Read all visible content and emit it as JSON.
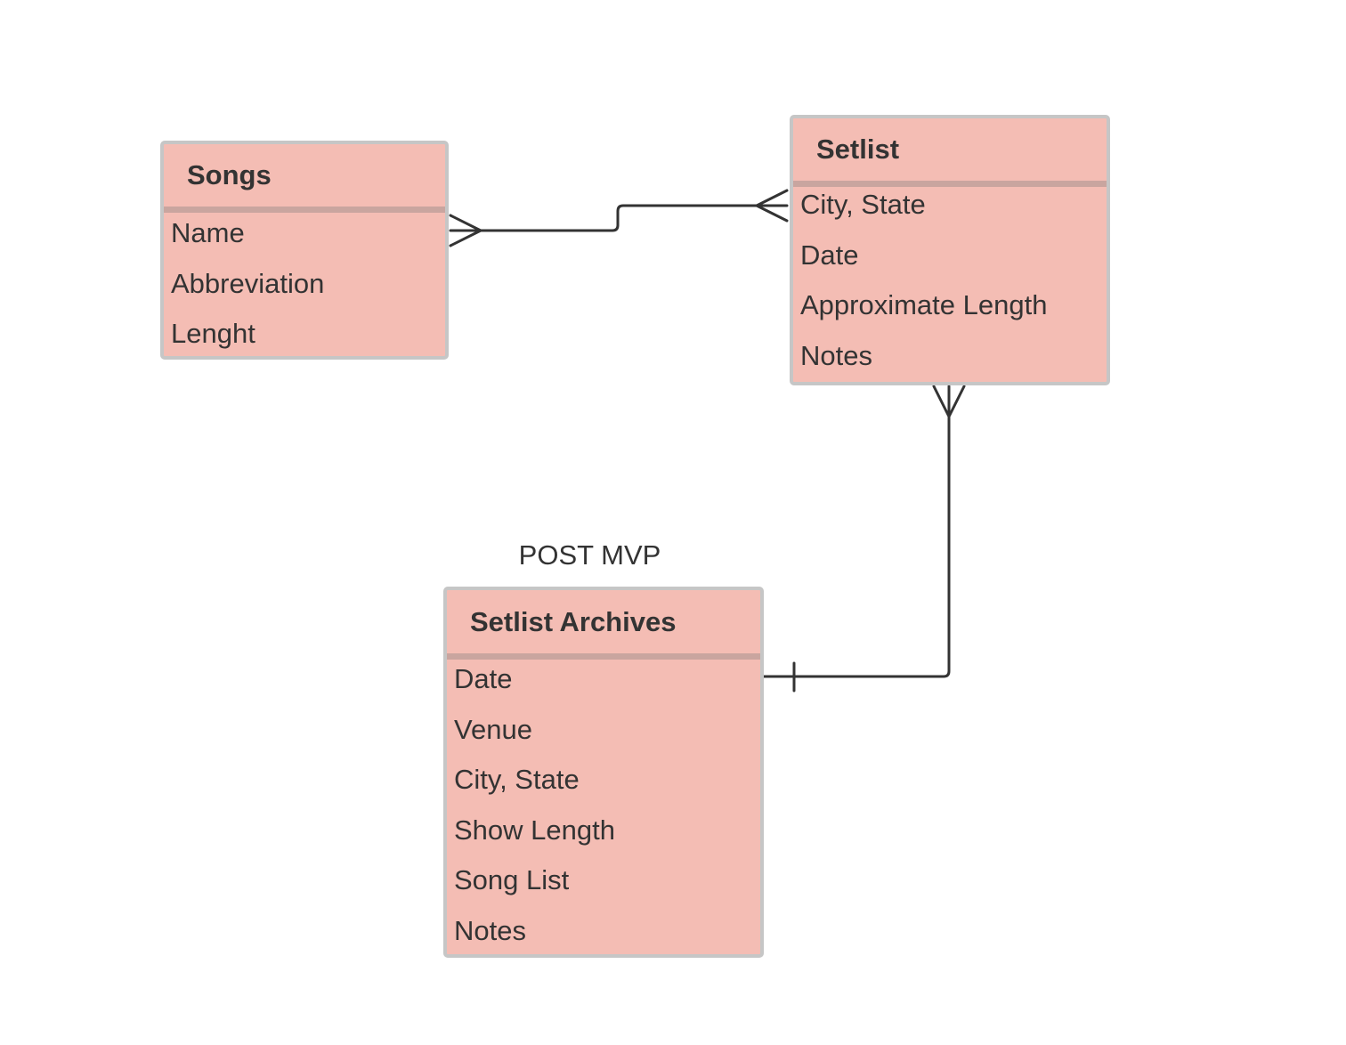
{
  "diagram": {
    "label": "POST MVP",
    "entities": [
      {
        "id": "songs",
        "title": "Songs",
        "fields": [
          "Name",
          "Abbreviation",
          "Lenght"
        ]
      },
      {
        "id": "setlist",
        "title": "Setlist",
        "fields": [
          "City, State",
          "Date",
          "Approximate Length",
          "Notes"
        ]
      },
      {
        "id": "archives",
        "title": "Setlist Archives",
        "fields": [
          "Date",
          "Venue",
          "City, State",
          "Show Length",
          "Song List",
          "Notes"
        ]
      }
    ],
    "relationships": [
      {
        "from": "Songs",
        "from_cardinality": "many",
        "to": "Setlist",
        "to_cardinality": "many"
      },
      {
        "from": "Setlist",
        "from_cardinality": "many",
        "to": "Setlist Archives",
        "to_cardinality": "one"
      }
    ],
    "colors": {
      "entity_fill": "#f4bdb4",
      "entity_border": "#c6c6c6",
      "header_divider": "#c9a59f",
      "line": "#333333",
      "text": "#333333"
    }
  }
}
